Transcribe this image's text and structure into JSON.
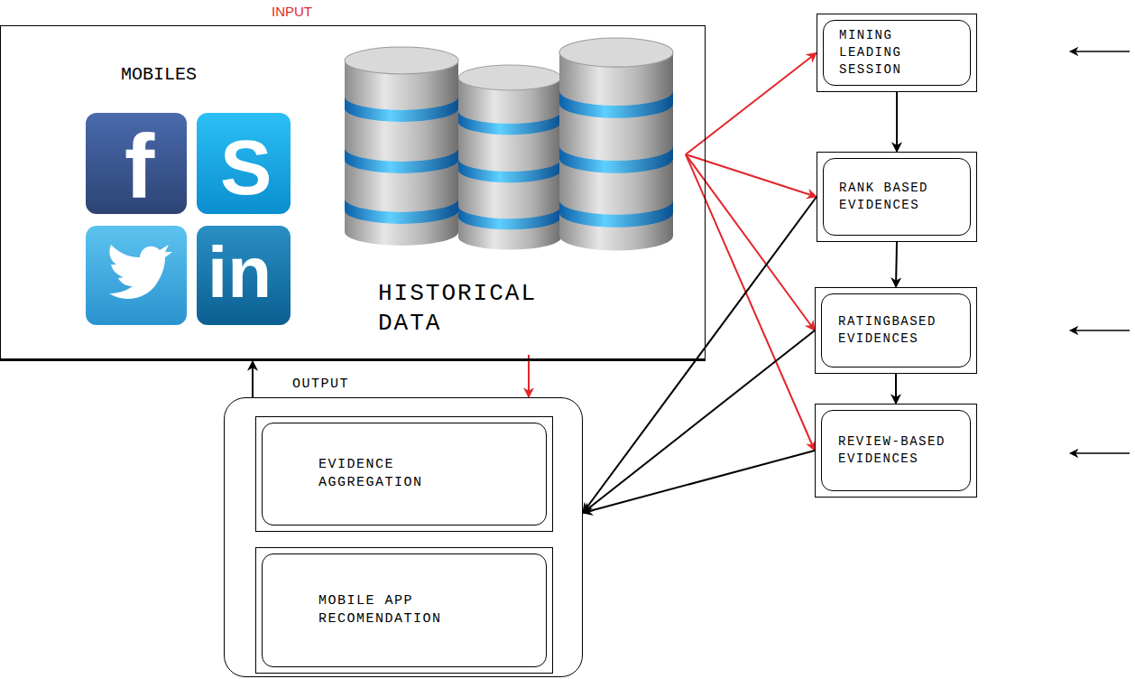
{
  "diagram": {
    "nodes": [
      {
        "text": [
          "INPUT",
          "MOBILES"
        ]
      },
      {
        "text": [
          "HISTORICAL DATA"
        ],
        "in": 0
      },
      {
        "text": [
          "MINING LEADING SESSION"
        ]
      },
      {
        "text": [
          "RANK BASED EVIDENCES"
        ]
      },
      {
        "text": [
          "RATINGBASED EVIDENCES"
        ]
      },
      {
        "text": [
          "REVIEW-BASED EVIDENCES"
        ]
      },
      {
        "text": [
          "OUTPUT"
        ]
      },
      {
        "text": [
          "EVIDENCE AGGREGATION"
        ],
        "in": 6
      },
      {
        "text": [
          "MOBILE APP RECOMENDATION"
        ],
        "in": 6
      }
    ],
    "edges": [
      {
        "from": 1,
        "to": 2,
        "arrow": "to"
      },
      {
        "from": 1,
        "to": 3,
        "arrow": "to"
      },
      {
        "from": 1,
        "to": 4,
        "arrow": "to"
      },
      {
        "from": 1,
        "to": 5,
        "arrow": "to"
      },
      {
        "from": 1,
        "to": 6,
        "arrow": "to"
      },
      {
        "from": 2,
        "to": 3,
        "arrow": "to"
      },
      {
        "from": 3,
        "to": 4,
        "arrow": "to"
      },
      {
        "from": 4,
        "to": 5,
        "arrow": "to"
      },
      {
        "from": 3,
        "to": 6,
        "arrow": "to"
      },
      {
        "from": 4,
        "to": 6,
        "arrow": "to"
      },
      {
        "from": 5,
        "to": 6,
        "arrow": "to"
      },
      {
        "from": 6,
        "to": 0,
        "arrow": "to"
      }
    ],
    "labels": [
      "f",
      "S",
      "in"
    ]
  }
}
